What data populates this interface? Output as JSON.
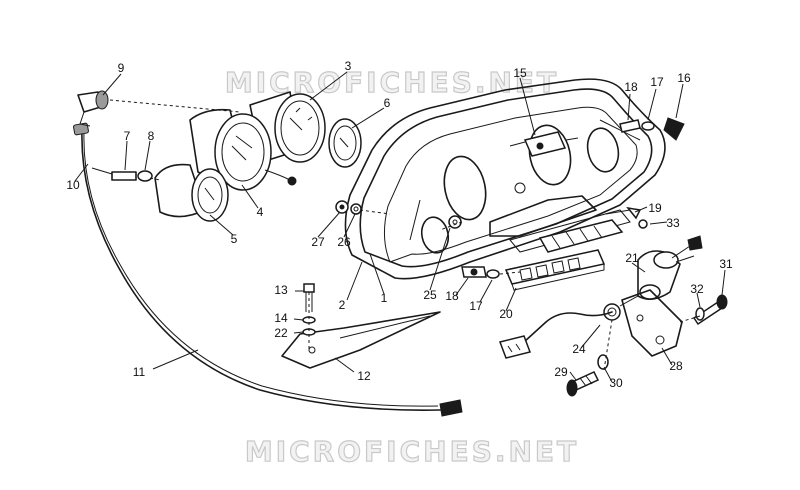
{
  "watermark": {
    "top": "MICROFICHES.NET",
    "bottom": "MICROFICHES.NET"
  },
  "callouts": {
    "c1": "1",
    "c2": "2",
    "c3": "3",
    "c4": "4",
    "c5": "5",
    "c6": "6",
    "c7": "7",
    "c8": "8",
    "c9": "9",
    "c10": "10",
    "c11": "11",
    "c12": "12",
    "c13": "13",
    "c14": "14",
    "c15": "15",
    "c16": "16",
    "c17a": "17",
    "c17b": "17",
    "c18a": "18",
    "c18b": "18",
    "c19": "19",
    "c20": "20",
    "c21": "21",
    "c22": "22",
    "c24": "24",
    "c25": "25",
    "c26": "26",
    "c27": "27",
    "c28": "28",
    "c29": "29",
    "c30": "30",
    "c31": "31",
    "c32": "32",
    "c33": "33"
  },
  "colors": {
    "ink": "#1a1a1a",
    "watermark_fill": "#f2f2f2",
    "watermark_stroke": "#c9c9c9"
  }
}
